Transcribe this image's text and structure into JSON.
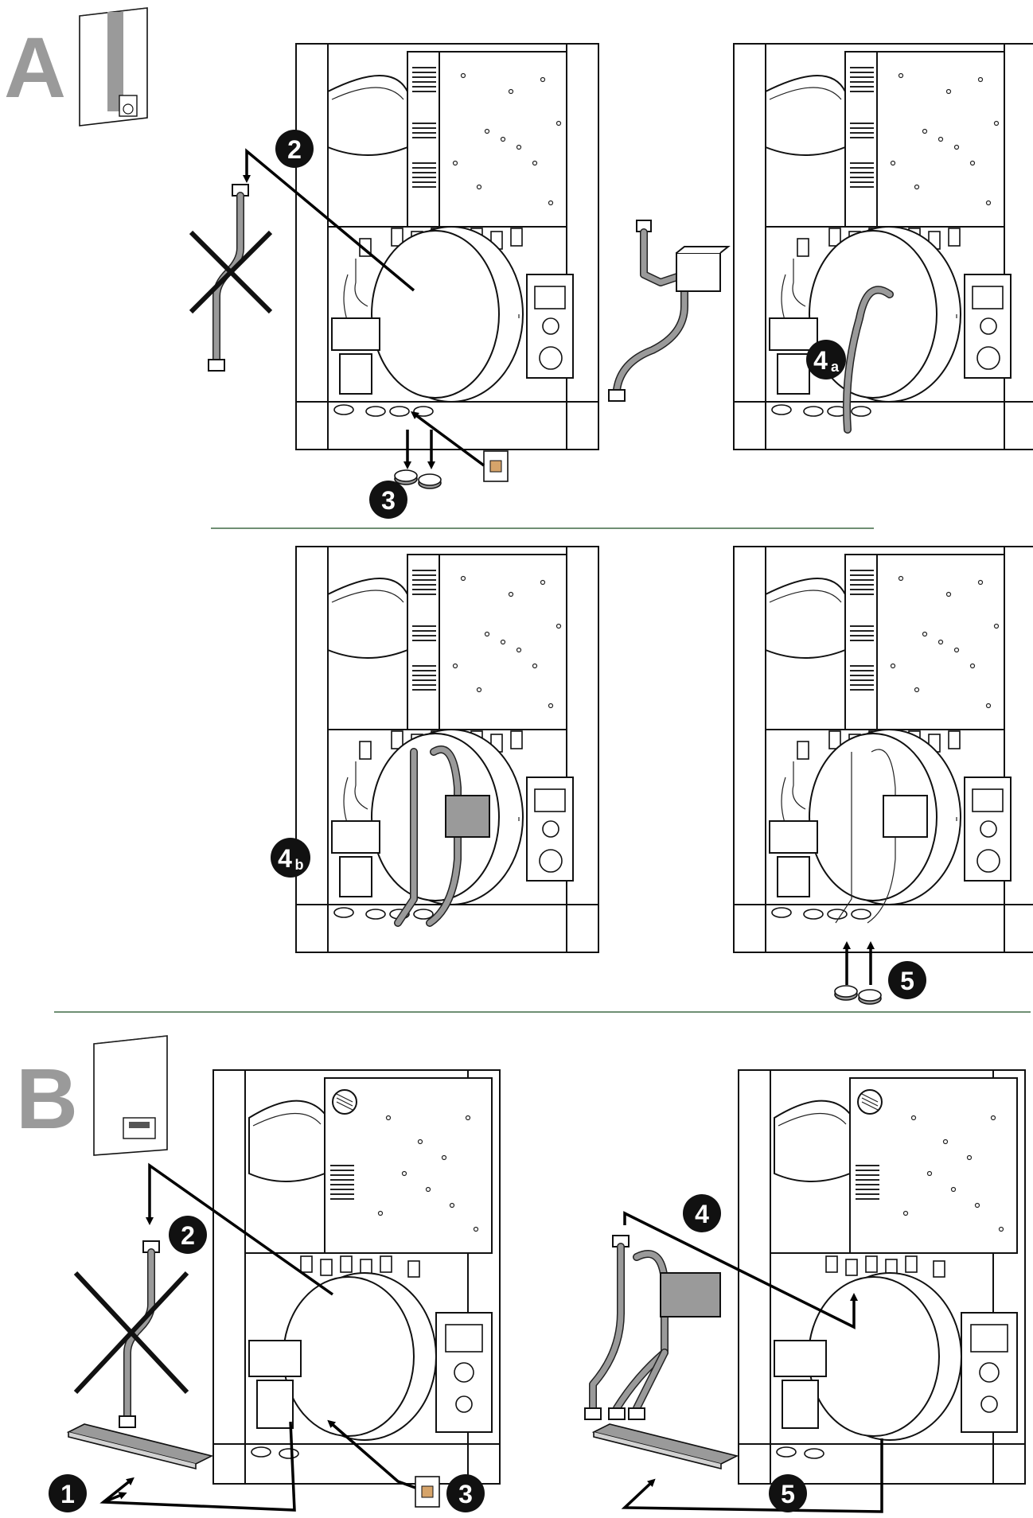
{
  "sections": [
    {
      "letter": "A"
    },
    {
      "letter": "B"
    }
  ],
  "steps": {
    "a_step2": {
      "num": "2"
    },
    "a_step3": {
      "num": "3"
    },
    "a_step4a": {
      "num": "4",
      "sub": "a"
    },
    "a_step4b": {
      "num": "4",
      "sub": "b"
    },
    "a_step5": {
      "num": "5"
    },
    "b_step1": {
      "num": "1"
    },
    "b_step2": {
      "num": "2"
    },
    "b_step3": {
      "num": "3"
    },
    "b_step4": {
      "num": "4"
    },
    "b_step5": {
      "num": "5"
    }
  },
  "colors": {
    "badge": "#111111",
    "divider": "#6f8f73",
    "letter": "#9a9a9a",
    "pipe_fill": "#9a9a9a"
  }
}
